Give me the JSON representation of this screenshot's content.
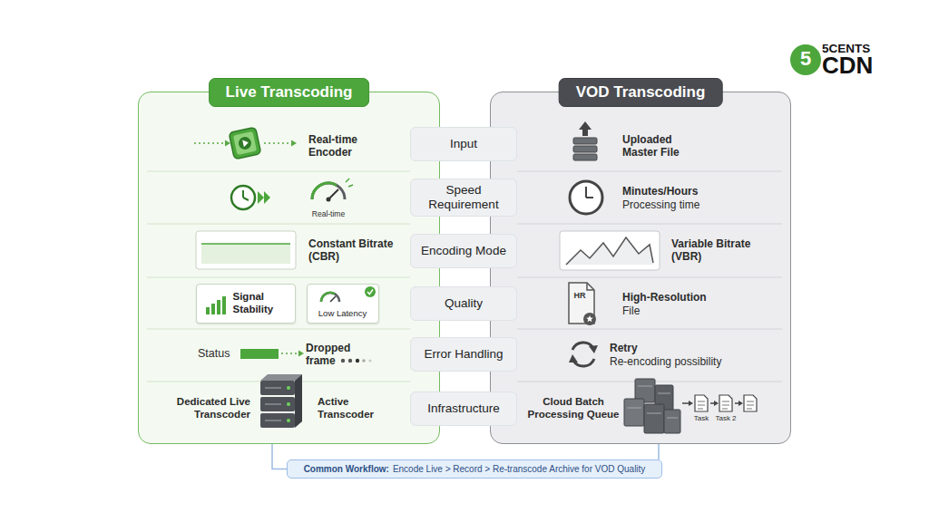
{
  "diagram": {
    "nodes": [
      {
        "text": [
          "Live Transcoding"
        ]
      },
      {
        "text": [
          "Signal Stability"
        ],
        "in": 0
      },
      {
        "text": [
          "Low Latency"
        ],
        "in": 0
      },
      {
        "text": [
          "Input"
        ]
      },
      {
        "text": [
          "Speed Requirement"
        ]
      },
      {
        "text": [
          "Encoding Mode"
        ]
      },
      {
        "text": [
          "Quality"
        ]
      },
      {
        "text": [
          "Error Handling"
        ]
      },
      {
        "text": [
          "Infrastructure"
        ]
      },
      {
        "text": [
          "VOD Transcoding"
        ]
      },
      {
        "text": [
          "Common Workflow:",
          "Encode Live > Record > Re-transcode Archive for VOD Quality"
        ]
      }
    ],
    "edges": [
      {
        "from": 0,
        "to": 10,
        "arrow": "none"
      },
      {
        "from": 9,
        "to": 10,
        "arrow": "none"
      }
    ],
    "labels": [
      "5",
      "5CENTS",
      "CDN",
      "Real-time Encoder",
      "Real-time",
      "Constant Bitrate (CBR)",
      "Status",
      "Dropped frame",
      "Dedicated Live Transcoder",
      "Active Transcoder",
      "Uploaded Master File",
      "Minutes/Hours",
      "Processing time",
      "Variable Bitrate (VBR)",
      "HR",
      "High-Resolution",
      "File",
      "Retry",
      "Re-encoding possibility",
      "Cloud Batch Processing Queue",
      "Task",
      "Task 2"
    ]
  }
}
